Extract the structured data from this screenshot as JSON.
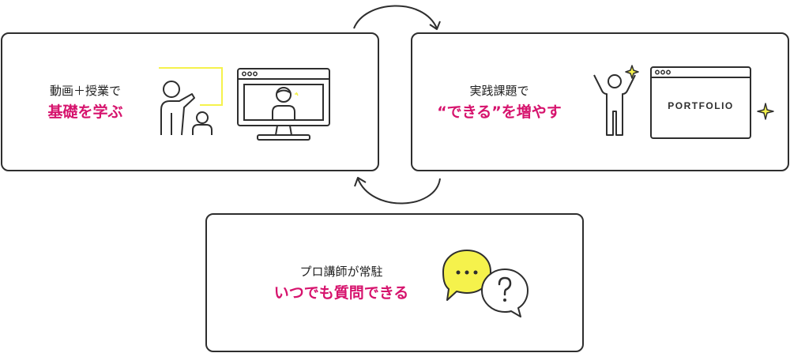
{
  "cards": [
    {
      "subtitle": "動画＋授業で",
      "title": "基礎を学ぶ"
    },
    {
      "subtitle": "実践課題で",
      "title": "“できる”を増やす",
      "portfolio_label": "PORTFOLIO"
    },
    {
      "subtitle": "プロ講師が常駐",
      "title": "いつでも質問できる"
    }
  ],
  "icons": {
    "card1": [
      "teacher-icon",
      "video-lesson-icon"
    ],
    "card2": [
      "cheering-person-icon",
      "portfolio-window-icon",
      "sparkle-icon"
    ],
    "card3": [
      "speech-bubble-ellipsis-icon",
      "speech-bubble-question-icon"
    ]
  },
  "colors": {
    "accent": "#d6136d",
    "highlight": "#f5f24c",
    "line": "#2e2e2e"
  }
}
